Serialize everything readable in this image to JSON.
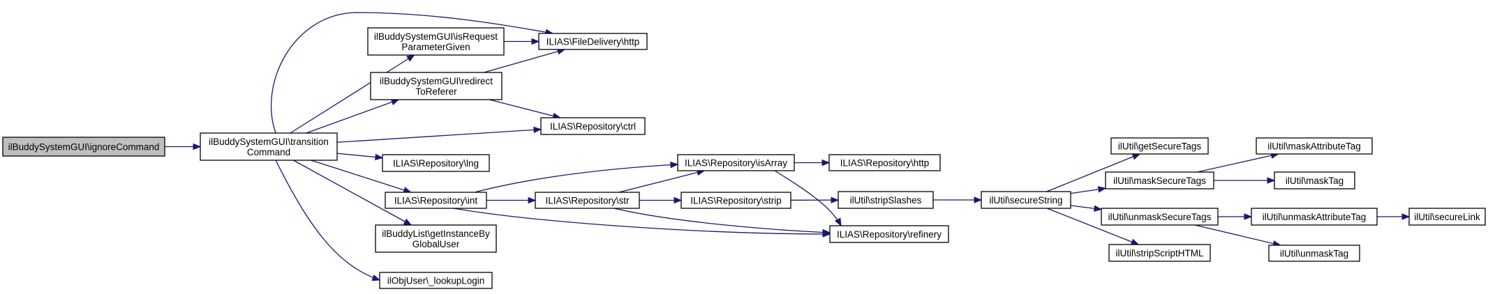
{
  "colors": {
    "edge": "#191970",
    "node_fill": "#ffffff",
    "current_fill": "#bfbfbf",
    "node_border": "#000000"
  },
  "nodes": [
    {
      "id": "ignoreCommand",
      "lines": [
        "ilBuddySystemGUI\\ignoreCommand"
      ],
      "current": true
    },
    {
      "id": "transitionCommand",
      "lines": [
        "ilBuddySystemGUI\\transition",
        "Command"
      ]
    },
    {
      "id": "isRequestParameterGiven",
      "lines": [
        "ilBuddySystemGUI\\isRequest",
        "ParameterGiven"
      ]
    },
    {
      "id": "fileDeliveryHttp",
      "lines": [
        "ILIAS\\FileDelivery\\http"
      ]
    },
    {
      "id": "redirectToReferer",
      "lines": [
        "ilBuddySystemGUI\\redirect",
        "ToReferer"
      ]
    },
    {
      "id": "repositoryCtrl",
      "lines": [
        "ILIAS\\Repository\\ctrl"
      ]
    },
    {
      "id": "repositoryLng",
      "lines": [
        "ILIAS\\Repository\\lng"
      ]
    },
    {
      "id": "repositoryInt",
      "lines": [
        "ILIAS\\Repository\\int"
      ]
    },
    {
      "id": "getInstanceByGlobalUser",
      "lines": [
        "ilBuddyList\\getInstanceBy",
        "GlobalUser"
      ]
    },
    {
      "id": "lookupLogin",
      "lines": [
        "ilObjUser\\_lookupLogin"
      ]
    },
    {
      "id": "repositoryIsArray",
      "lines": [
        "ILIAS\\Repository\\isArray"
      ]
    },
    {
      "id": "repositoryHttp",
      "lines": [
        "ILIAS\\Repository\\http"
      ]
    },
    {
      "id": "repositoryStr",
      "lines": [
        "ILIAS\\Repository\\str"
      ]
    },
    {
      "id": "repositoryStrip",
      "lines": [
        "ILIAS\\Repository\\strip"
      ]
    },
    {
      "id": "repositoryRefinery",
      "lines": [
        "ILIAS\\Repository\\refinery"
      ]
    },
    {
      "id": "stripSlashes",
      "lines": [
        "ilUtil\\stripSlashes"
      ]
    },
    {
      "id": "secureString",
      "lines": [
        "ilUtil\\secureString"
      ]
    },
    {
      "id": "getSecureTags",
      "lines": [
        "ilUtil\\getSecureTags"
      ]
    },
    {
      "id": "maskSecureTags",
      "lines": [
        "ilUtil\\maskSecureTags"
      ]
    },
    {
      "id": "unmaskSecureTags",
      "lines": [
        "ilUtil\\unmaskSecureTags"
      ]
    },
    {
      "id": "stripScriptHTML",
      "lines": [
        "ilUtil\\stripScriptHTML"
      ]
    },
    {
      "id": "maskAttributeTag",
      "lines": [
        "ilUtil\\maskAttributeTag"
      ]
    },
    {
      "id": "maskTag",
      "lines": [
        "ilUtil\\maskTag"
      ]
    },
    {
      "id": "unmaskAttributeTag",
      "lines": [
        "ilUtil\\unmaskAttributeTag"
      ]
    },
    {
      "id": "unmaskTag",
      "lines": [
        "ilUtil\\unmaskTag"
      ]
    },
    {
      "id": "secureLink",
      "lines": [
        "ilUtil\\secureLink"
      ]
    }
  ],
  "edges": [
    {
      "from": "ignoreCommand",
      "to": "transitionCommand"
    },
    {
      "from": "transitionCommand",
      "to": "fileDeliveryHttp"
    },
    {
      "from": "transitionCommand",
      "to": "isRequestParameterGiven"
    },
    {
      "from": "transitionCommand",
      "to": "redirectToReferer"
    },
    {
      "from": "transitionCommand",
      "to": "repositoryCtrl"
    },
    {
      "from": "transitionCommand",
      "to": "repositoryLng"
    },
    {
      "from": "transitionCommand",
      "to": "repositoryInt"
    },
    {
      "from": "transitionCommand",
      "to": "getInstanceByGlobalUser"
    },
    {
      "from": "transitionCommand",
      "to": "lookupLogin"
    },
    {
      "from": "isRequestParameterGiven",
      "to": "fileDeliveryHttp"
    },
    {
      "from": "redirectToReferer",
      "to": "fileDeliveryHttp"
    },
    {
      "from": "redirectToReferer",
      "to": "repositoryCtrl"
    },
    {
      "from": "repositoryInt",
      "to": "repositoryIsArray"
    },
    {
      "from": "repositoryInt",
      "to": "repositoryStr"
    },
    {
      "from": "repositoryInt",
      "to": "repositoryRefinery"
    },
    {
      "from": "repositoryIsArray",
      "to": "repositoryHttp"
    },
    {
      "from": "repositoryIsArray",
      "to": "repositoryRefinery"
    },
    {
      "from": "repositoryStr",
      "to": "repositoryIsArray"
    },
    {
      "from": "repositoryStr",
      "to": "repositoryStrip"
    },
    {
      "from": "repositoryStr",
      "to": "repositoryRefinery"
    },
    {
      "from": "repositoryStrip",
      "to": "stripSlashes"
    },
    {
      "from": "stripSlashes",
      "to": "secureString"
    },
    {
      "from": "secureString",
      "to": "getSecureTags"
    },
    {
      "from": "secureString",
      "to": "maskSecureTags"
    },
    {
      "from": "secureString",
      "to": "unmaskSecureTags"
    },
    {
      "from": "secureString",
      "to": "stripScriptHTML"
    },
    {
      "from": "maskSecureTags",
      "to": "maskAttributeTag"
    },
    {
      "from": "maskSecureTags",
      "to": "maskTag"
    },
    {
      "from": "unmaskSecureTags",
      "to": "unmaskAttributeTag"
    },
    {
      "from": "unmaskSecureTags",
      "to": "unmaskTag"
    },
    {
      "from": "unmaskAttributeTag",
      "to": "secureLink"
    }
  ]
}
